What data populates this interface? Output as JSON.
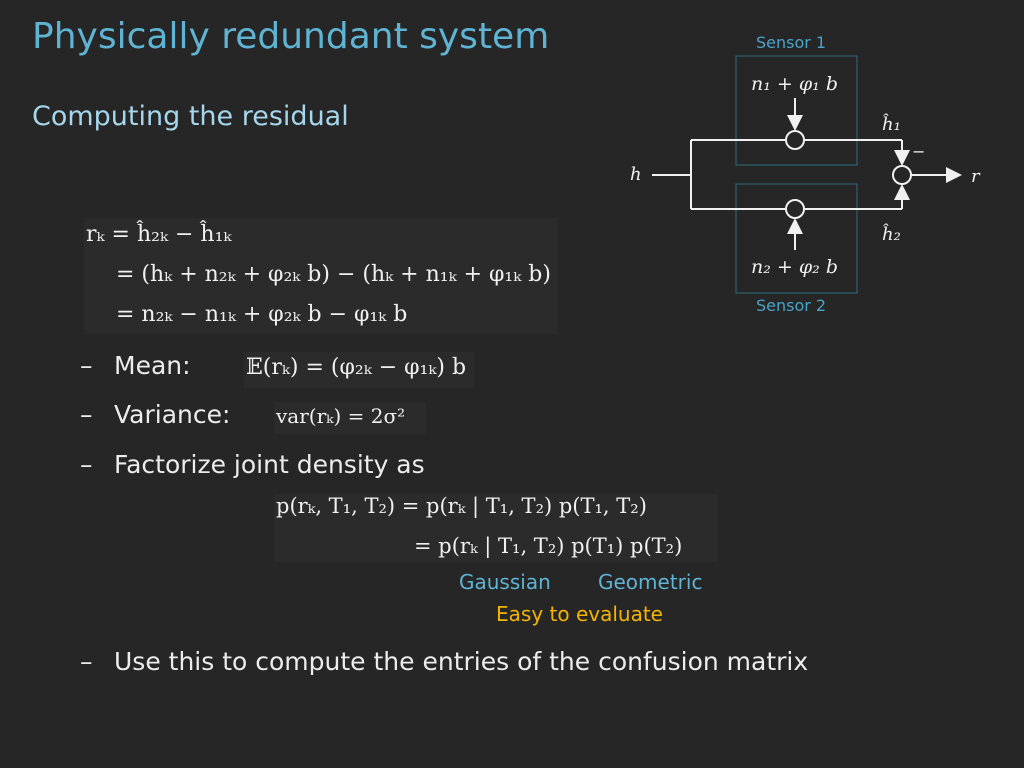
{
  "slide": {
    "title": "Physically redundant system",
    "subtitle": "Computing the residual"
  },
  "residual_equation": {
    "line1": "rₖ = ĥ₂ₖ − ĥ₁ₖ",
    "line2": "= (hₖ + n₂ₖ + φ₂ₖ b) − (hₖ + n₁ₖ + φ₁ₖ b)",
    "line3": "= n₂ₖ − n₁ₖ + φ₂ₖ b − φ₁ₖ b"
  },
  "bullets": {
    "dash": "–",
    "mean_label": "Mean:",
    "mean_formula": "𝔼(rₖ) = (φ₂ₖ − φ₁ₖ) b",
    "variance_label": "Variance:",
    "variance_formula": "var(rₖ) = 2σ²",
    "factorize_label": "Factorize joint density as",
    "use_label": "Use this to compute the entries of the confusion matrix"
  },
  "density_equation": {
    "line1": "p(rₖ, T₁, T₂) = p(rₖ | T₁, T₂) p(T₁, T₂)",
    "line2": "= p(rₖ | T₁, T₂) p(T₁) p(T₂)"
  },
  "annotations": {
    "gaussian": "Gaussian",
    "geometric": "Geometric",
    "easy": "Easy to evaluate"
  },
  "diagram": {
    "sensor1_label": "Sensor 1",
    "sensor2_label": "Sensor 2",
    "input": "h",
    "output": "r",
    "noise1": "n₁ + φ₁ b",
    "noise2": "n₂ + φ₂ b",
    "est1": "ĥ₁",
    "est2": "ĥ₂",
    "minus_sign": "−"
  },
  "colors": {
    "background": "#262626",
    "title": "#5fb3d3",
    "subtitle": "#a5d6ec",
    "annotation_blue": "#5fb3d3",
    "annotation_gold": "#f5b400"
  }
}
